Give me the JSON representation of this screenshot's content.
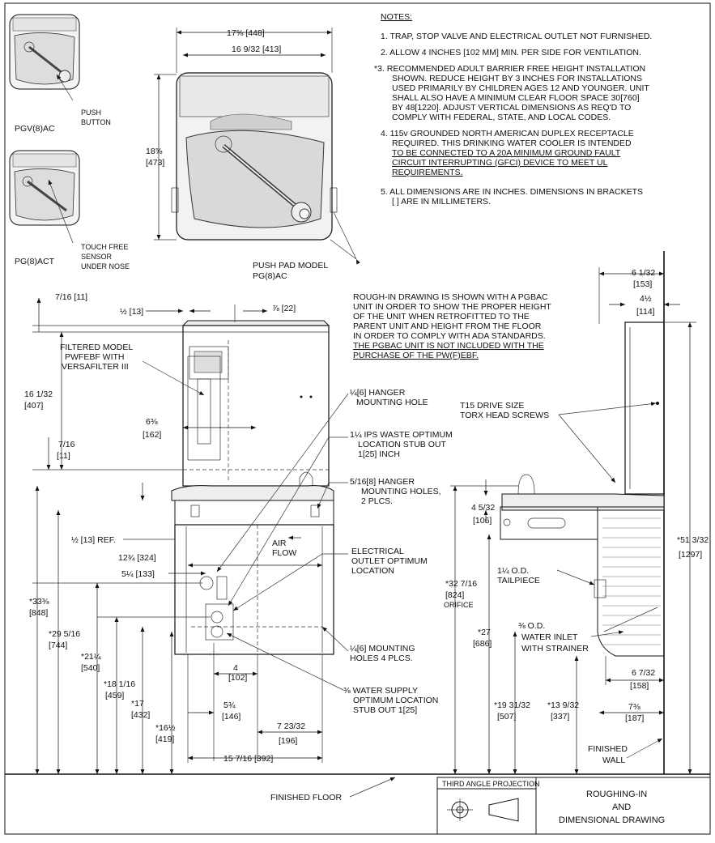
{
  "notes": {
    "header": "NOTES:",
    "n1": "1. TRAP, STOP VALVE AND ELECTRICAL OUTLET NOT FURNISHED.",
    "n2": "2. ALLOW 4 INCHES [102 MM] MIN. PER SIDE FOR VENTILATION.",
    "n3": [
      "*3. RECOMMENDED ADULT BARRIER FREE HEIGHT INSTALLATION",
      "SHOWN. REDUCE HEIGHT BY 3 INCHES FOR INSTALLATIONS",
      "USED PRIMARILY BY CHILDREN AGES 12 AND YOUNGER. UNIT",
      "SHALL ALSO HAVE A MINIMUM CLEAR FLOOR SPACE 30[760]",
      "BY 48[1220]. ADJUST VERTICAL DIMENSIONS AS REQ'D TO",
      "COMPLY WITH FEDERAL, STATE, AND LOCAL CODES."
    ],
    "n4": [
      "4. 115v GROUNDED NORTH AMERICAN DUPLEX RECEPTACLE",
      "REQUIRED. THIS DRINKING WATER COOLER IS INTENDED",
      "TO BE CONNECTED TO A 20A MINIMUM GROUND FAULT",
      "CIRCUIT INTERRUPTING (GFCI) DEVICE TO MEET UL",
      "REQUIREMENTS."
    ],
    "n5": [
      "5. ALL DIMENSIONS ARE IN INCHES. DIMENSIONS IN BRACKETS",
      "[ ] ARE IN MILLIMETERS."
    ]
  },
  "rough_in_note": [
    "ROUGH-IN DRAWING IS SHOWN WITH A PGBAC",
    "UNIT IN ORDER TO SHOW THE PROPER HEIGHT",
    "OF THE UNIT WHEN RETROFITTED TO THE",
    "PARENT UNIT AND HEIGHT FROM THE FLOOR",
    "IN ORDER TO COMPLY WITH ADA STANDARDS.",
    "THE PGBAC UNIT IS NOT INCLUDED WITH THE",
    "PURCHASE OF THE PW(F)EBF."
  ],
  "models": {
    "push_button": [
      "PUSH",
      "BUTTON"
    ],
    "pgv": "PGV(8)AC",
    "touch_free": [
      "TOUCH FREE",
      "SENSOR",
      "UNDER NOSE"
    ],
    "pgt": "PG(8)ACT",
    "push_pad": [
      "PUSH PAD MODEL",
      "PG(8)AC"
    ]
  },
  "top_dims": {
    "w_outer": "17⅝ [448]",
    "w_inner": "16 9/32 [413]",
    "height_in": "18⅝",
    "height_mm": "[473]"
  },
  "front_labels": {
    "d_7_16_top": "7/16 [11]",
    "d_half": "½ [13]",
    "d_7_8": "⅞ [22]",
    "filtered": [
      "FILTERED MODEL",
      "PWFEBF WITH",
      "VERSAFILTER III"
    ],
    "d_16_1_32": [
      "16 1/32",
      "[407]"
    ],
    "d_6_3_8": [
      "6⅜",
      "[162]"
    ],
    "d_7_16_mid": [
      "7/16",
      "[11]"
    ],
    "hanger": [
      "¼[6] HANGER",
      "MOUNTING HOLE"
    ],
    "waste": [
      "1¼ IPS WASTE OPTIMUM",
      "LOCATION STUB OUT",
      "1[25] INCH"
    ],
    "hanger2": [
      "5/16[8] HANGER",
      "MOUNTING HOLES,",
      "2 PLCS."
    ],
    "half_ref": "½ [13] REF.",
    "d_12_3_4": "12¾ [324]",
    "d_5_1_4": "5¼ [133]",
    "air_flow": [
      "AIR",
      "FLOW"
    ],
    "electrical": [
      "ELECTRICAL",
      "OUTLET OPTIMUM",
      "LOCATION"
    ],
    "d_33_3_8": [
      "*33⅜",
      "[848]"
    ],
    "d_29_5_16": [
      "*29 5/16",
      "[744]"
    ],
    "d_21_1_4": [
      "*21¼",
      "[540]"
    ],
    "d_18_1_16": [
      "*18 1/16",
      "[459]"
    ],
    "d_17": [
      "*17",
      "[432]"
    ],
    "d_16_1_2": [
      "*16½",
      "[419]"
    ],
    "d_4": [
      "4",
      "[102]"
    ],
    "d_5_3_4": [
      "5¾",
      "[146]"
    ],
    "d_7_23_32": [
      "7 23/32",
      "[196]"
    ],
    "d_15_7_16": "15 7/16 [392]",
    "mounting": [
      "¼[6] MOUNTING",
      "HOLES 4 PLCS."
    ],
    "water_supply": [
      "⅜ WATER SUPPLY",
      "OPTIMUM LOCATION",
      "STUB OUT 1[25]"
    ]
  },
  "side_labels": {
    "d_6_1_32": [
      "6 1/32",
      "[153]"
    ],
    "d_4_1_2": [
      "4½",
      "[114]"
    ],
    "torx": [
      "T15 DRIVE SIZE",
      "TORX HEAD SCREWS"
    ],
    "d_4_5_32": [
      "4 5/32",
      "[106]"
    ],
    "d_32_7_16": [
      "*32 7/16",
      "[824]",
      "ORIFICE"
    ],
    "d_51": [
      "*51 3/32",
      "[1297]"
    ],
    "tailpiece": [
      "1¼ O.D.",
      "TAILPIECE"
    ],
    "d_27": [
      "*27",
      "[686]"
    ],
    "inlet": [
      "⅜ O.D.",
      "WATER INLET",
      "WITH STRAINER"
    ],
    "d_6_7_32": [
      "6 7/32",
      "[158]"
    ],
    "d_19": [
      "*19 31/32",
      "[507]"
    ],
    "d_13": [
      "*13 9/32",
      "[337]"
    ],
    "d_7_3_8": [
      "7⅜",
      "[187]"
    ],
    "wall": [
      "FINISHED",
      "WALL"
    ]
  },
  "floor": "FINISHED FLOOR",
  "title_block": {
    "projection": "THIRD ANGLE PROJECTION",
    "title": [
      "ROUGHING-IN",
      "AND",
      "DIMENSIONAL DRAWING"
    ]
  },
  "icons": [
    "bubbler-icon",
    "third-angle-projection-symbol"
  ]
}
